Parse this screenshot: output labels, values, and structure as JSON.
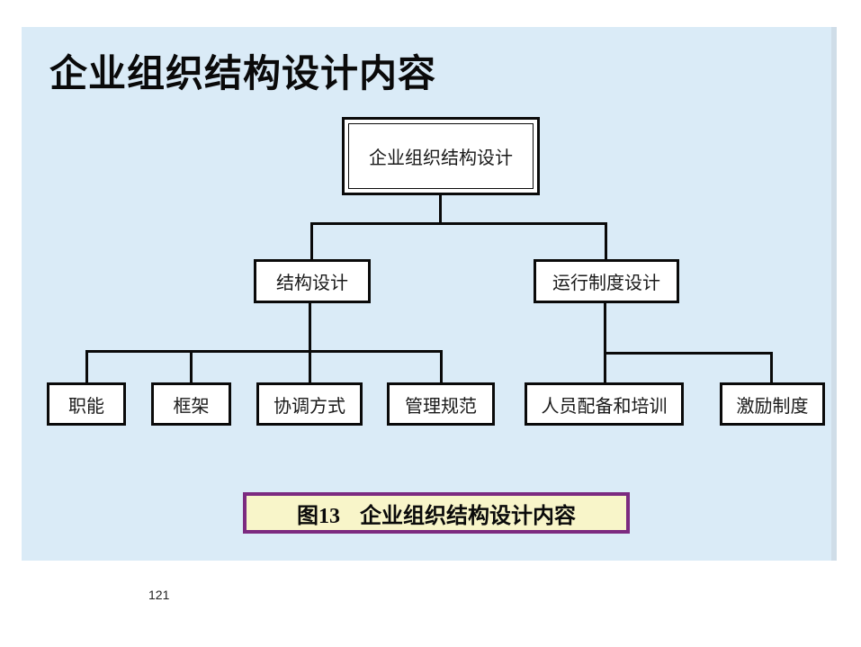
{
  "slide": {
    "title": "企业组织结构设计内容",
    "page_number": "121",
    "caption": {
      "figure_label": "图13",
      "text": "企业组织结构设计内容"
    },
    "colors": {
      "panel_background": "#daebf7",
      "panel_edge": "#cfdde8",
      "box_background": "#ffffff",
      "box_border": "#0a0a0a",
      "connector": "#0a0a0a",
      "caption_background": "#f8f5c9",
      "caption_border": "#7c2a80"
    }
  },
  "chart_data": {
    "type": "org-tree",
    "root": {
      "label": "企业组织结构设计",
      "children": [
        {
          "label": "结构设计",
          "children": [
            {
              "label": "职能"
            },
            {
              "label": "框架"
            },
            {
              "label": "协调方式"
            },
            {
              "label": "管理规范"
            }
          ]
        },
        {
          "label": "运行制度设计",
          "children": [
            {
              "label": "人员配备和培训"
            },
            {
              "label": "激励制度"
            }
          ]
        }
      ]
    }
  }
}
